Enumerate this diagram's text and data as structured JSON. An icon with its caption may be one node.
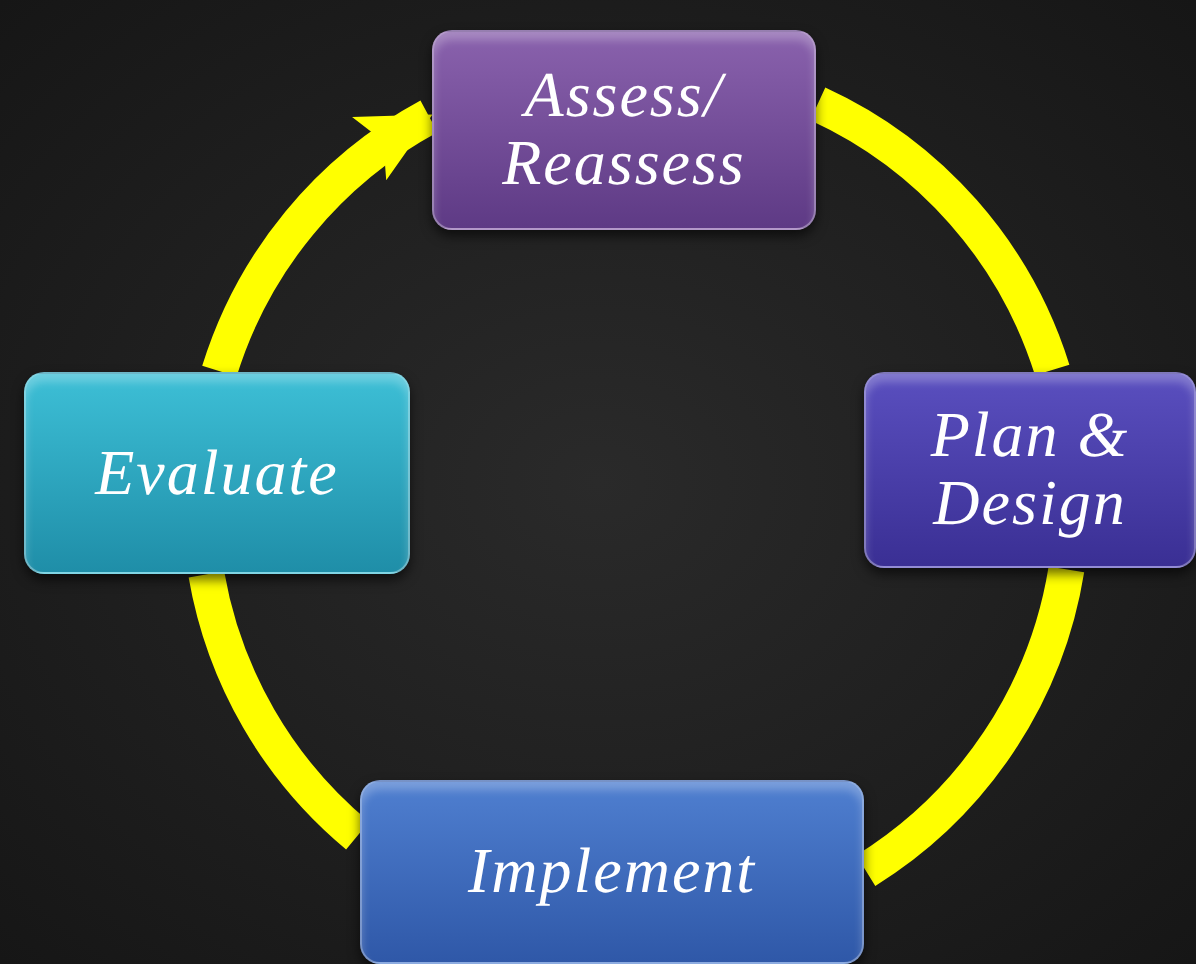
{
  "diagram": {
    "nodes": [
      {
        "text": [
          "Assess/ Reassess"
        ]
      },
      {
        "text": [
          "Plan & Design"
        ]
      },
      {
        "text": [
          "Implement"
        ]
      },
      {
        "text": [
          "Evaluate"
        ]
      }
    ],
    "edges": [
      {
        "from": 0,
        "to": 1,
        "arrow": "none"
      },
      {
        "from": 1,
        "to": 2,
        "arrow": "none"
      },
      {
        "from": 2,
        "to": 3,
        "arrow": "none"
      },
      {
        "from": 3,
        "to": 0,
        "arrow": "to"
      }
    ]
  }
}
